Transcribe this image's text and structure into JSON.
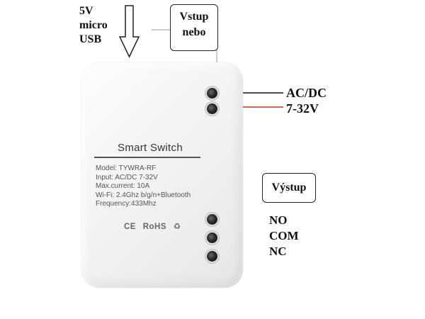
{
  "usb_label": [
    "5V",
    "micro",
    "USB"
  ],
  "input_box": [
    "Vstup",
    "nebo"
  ],
  "input_voltage": [
    "AC/DC",
    "7-32V"
  ],
  "output_box": "Výstup",
  "outputs": [
    "NO",
    "COM",
    "NC"
  ],
  "device": {
    "title": "Smart  Switch",
    "specs": [
      "Model:  TYWRA-RF",
      "Input:  AC/DC 7-32V",
      "Max.current:  10A",
      "Wi-Fi:  2.4Ghz b/g/n+Bluetooth",
      "Frequency:433Mhz"
    ],
    "certs": [
      "CE",
      "RoHS"
    ]
  },
  "colors": {
    "wire_black": "#111111",
    "wire_red": "#e02020"
  }
}
